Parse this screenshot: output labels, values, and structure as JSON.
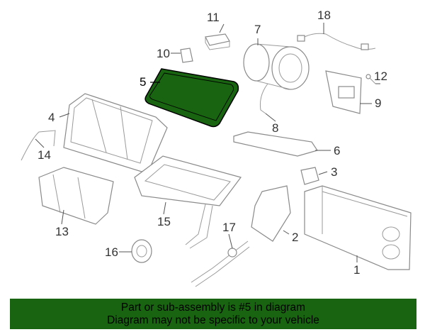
{
  "diagram": {
    "highlighted_part": "5",
    "highlight_color": "#186410",
    "callouts": [
      "1",
      "2",
      "3",
      "4",
      "5",
      "6",
      "7",
      "8",
      "9",
      "10",
      "11",
      "12",
      "13",
      "14",
      "15",
      "16",
      "17",
      "18"
    ]
  },
  "banner": {
    "line1": "Part or sub-assembly is #5 in diagram",
    "line2": "Diagram may not be specific to your vehicle",
    "background": "#186410"
  }
}
